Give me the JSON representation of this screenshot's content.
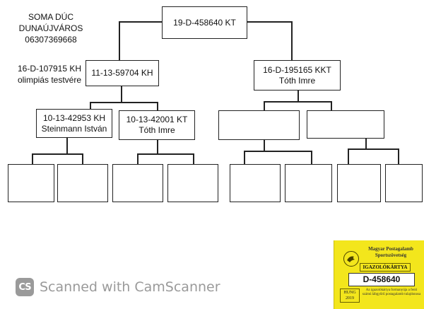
{
  "owner": {
    "name": "SOMA DÚC",
    "city": "DUNAÚJVÁROS",
    "phone": "06307369668"
  },
  "side_note": {
    "ring": "16-D-107915 KH",
    "label": "olimpiás testvére"
  },
  "pedigree": {
    "subject": {
      "ring": "19-D-458640 KT"
    },
    "sire": {
      "ring": "11-13-59704 KH"
    },
    "dam": {
      "ring": "16-D-195165 KKT",
      "breeder": "Tóth Imre"
    },
    "sire_sire": {
      "ring": "10-13-42953 KH",
      "breeder": "Steinmann István"
    },
    "sire_dam": {
      "ring": "10-13-42001 KT",
      "breeder": "Tóth Imre"
    },
    "dam_sire": {
      "ring": ""
    },
    "dam_dam": {
      "ring": ""
    }
  },
  "watermark": {
    "logo": "CS",
    "text": "Scanned with CamScanner"
  },
  "id_card": {
    "org": "Magyar Postagalamb Sportszövetség",
    "title": "IGAZOLÓKÁRTYA",
    "number": "D-458640",
    "country": "HUNG",
    "year": "2019",
    "note": "Az igazolókártya formanyúja a fenti számú lábgyűrű postagalamb tulajdonosa",
    "emblem_icon": "pigeon-emblem-icon",
    "color": "#f3e61c"
  }
}
